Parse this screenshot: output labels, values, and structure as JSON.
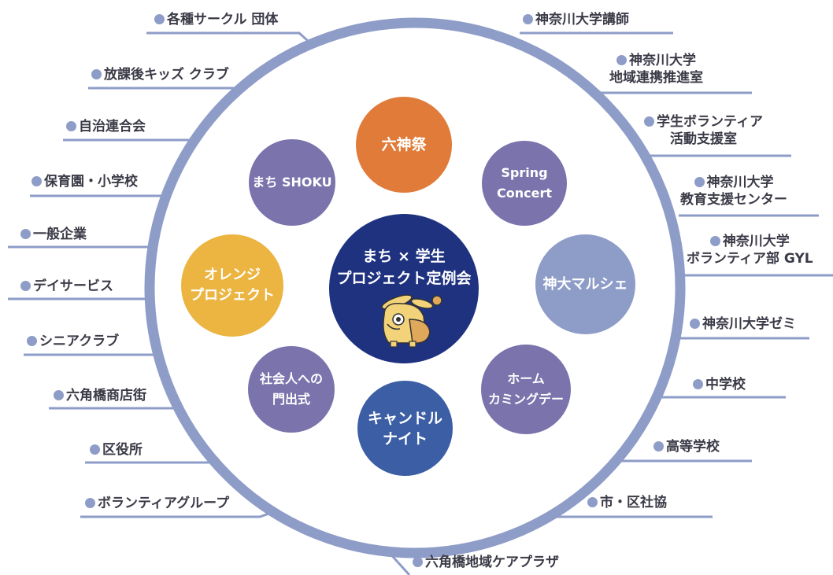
{
  "center": {
    "line1": "まち × 学生",
    "line2": "プロジェクト定例会",
    "mascot": "mascot-icon"
  },
  "bubbles": {
    "rokujinsai": "六神祭",
    "spring1": "Spring",
    "spring2": "Concert",
    "shoku": "まち SHOKU",
    "marche": "神大マルシェ",
    "orange1": "オレンジ",
    "orange2": "プロジェクト",
    "home1": "ホーム",
    "home2": "カミングデー",
    "shakai1": "社会人への",
    "shakai2": "門出式",
    "candle1": "キャンドル",
    "candle2": "ナイト"
  },
  "left_labels": {
    "l1": "各種サークル 団体",
    "l2": "放課後キッズ クラブ",
    "l3": "自治連合会",
    "l4": "保育園・小学校",
    "l5": "一般企業",
    "l6": "デイサービス",
    "l7": "シニアクラブ",
    "l8": "六角橋商店街",
    "l9": "区役所",
    "l10": "ボランティアグループ"
  },
  "right_labels": {
    "r1": "神奈川大学講師",
    "r2a": "神奈川大学",
    "r2b": "地域連携推進室",
    "r3a": "学生ボランティア",
    "r3b": "活動支援室",
    "r4a": "神奈川大学",
    "r4b": "教育支援センター",
    "r5a": "神奈川大学",
    "r5b": "ボランティア部 GYL",
    "r6": "神奈川大学ゼミ",
    "r7": "中学校",
    "r8": "高等学校",
    "r9": "市・区社協"
  },
  "bottom_label": "六角橋地域ケアプラザ",
  "colors": {
    "ring": "#8e9cc8",
    "center": "#1f3280",
    "orange": "#e07b39",
    "purple": "#7b73ac",
    "lavender": "#8e9cc8",
    "yellow": "#ecb440",
    "blue": "#3c5ea4",
    "text": "#3b3b48"
  }
}
